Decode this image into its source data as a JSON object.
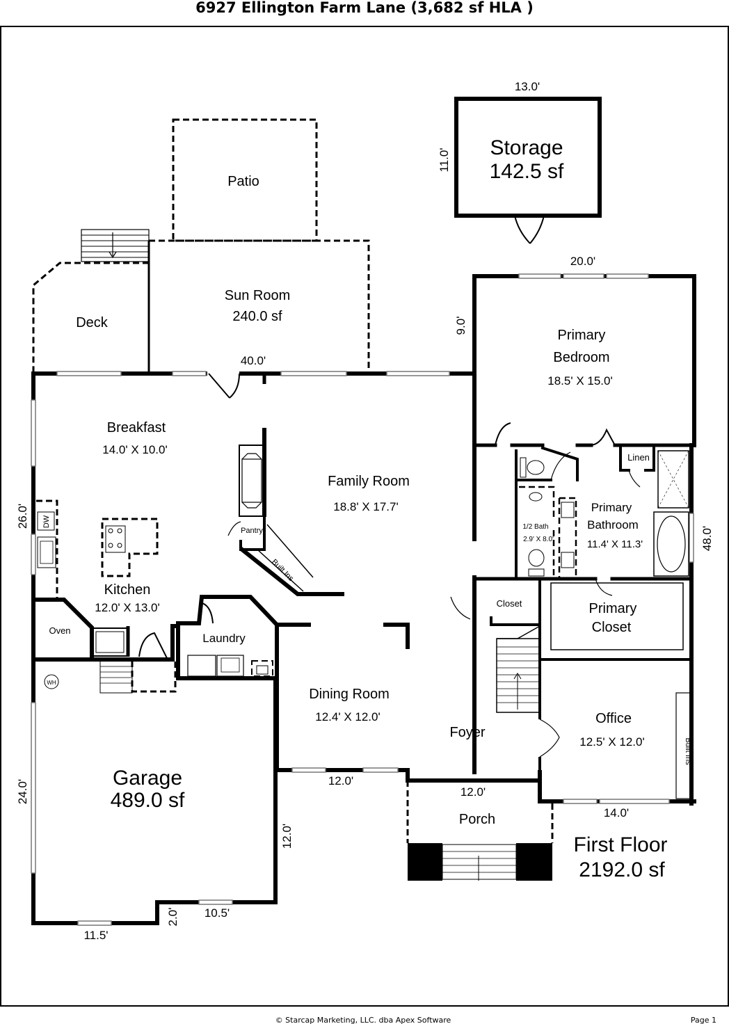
{
  "header": {
    "title": "6927 Ellington Farm Lane (3,682 sf HLA )"
  },
  "rooms": {
    "storage": {
      "name": "Storage",
      "area": "142.5 sf"
    },
    "patio": {
      "name": "Patio"
    },
    "sun_room": {
      "name": "Sun Room",
      "area": "240.0 sf"
    },
    "deck": {
      "name": "Deck"
    },
    "primary_bedroom": {
      "name_line1": "Primary",
      "name_line2": "Bedroom",
      "size": "18.5' X 15.0'"
    },
    "breakfast": {
      "name": "Breakfast",
      "size": "14.0' X 10.0'"
    },
    "family_room": {
      "name": "Family Room",
      "size": "18.8' X 17.7'"
    },
    "kitchen": {
      "name": "Kitchen",
      "size": "12.0' X 13.0'"
    },
    "primary_bathroom": {
      "name_line1": "Primary",
      "name_line2": "Bathroom",
      "size": "11.4' X 11.3'"
    },
    "half_bath": {
      "name": "1/2 Bath",
      "size": "2.9' X 8.0'"
    },
    "closet": {
      "name": "Closet"
    },
    "primary_closet": {
      "name_line1": "Primary",
      "name_line2": "Closet"
    },
    "laundry": {
      "name": "Laundry"
    },
    "oven": {
      "name": "Oven"
    },
    "linen": {
      "name": "Linen"
    },
    "pantry": {
      "name": "Pantry"
    },
    "dining_room": {
      "name": "Dining Room",
      "size": "12.4' X 12.0'"
    },
    "foyer": {
      "name": "Foyer"
    },
    "office": {
      "name": "Office",
      "size": "12.5' X 12.0'"
    },
    "garage": {
      "name": "Garage",
      "area": "489.0 sf"
    },
    "porch": {
      "name": "Porch"
    }
  },
  "fixtures": {
    "dw": "DW",
    "wh": "WH",
    "built_ins_family": "Built Ins",
    "built_ins_office": "Built Ins"
  },
  "dimensions": {
    "storage_width": "13.0'",
    "storage_depth": "11.0'",
    "bedroom_width": "20.0'",
    "bedroom_depth": "9.0'",
    "rear_width": "40.0'",
    "left_depth": "26.0'",
    "right_depth": "48.0'",
    "garage_depth": "24.0'",
    "garage_side": "12.0'",
    "front_dining": "12.0'",
    "porch_width": "12.0'",
    "office_width": "14.0'",
    "garage_front_right": "10.5'",
    "garage_jog": "2.0'",
    "garage_front_left": "11.5'"
  },
  "floor": {
    "label": "First Floor",
    "area": "2192.0 sf"
  },
  "footer": {
    "copyright": "© Starcap Marketing, LLC. dba Apex Software",
    "page": "Page 1"
  }
}
